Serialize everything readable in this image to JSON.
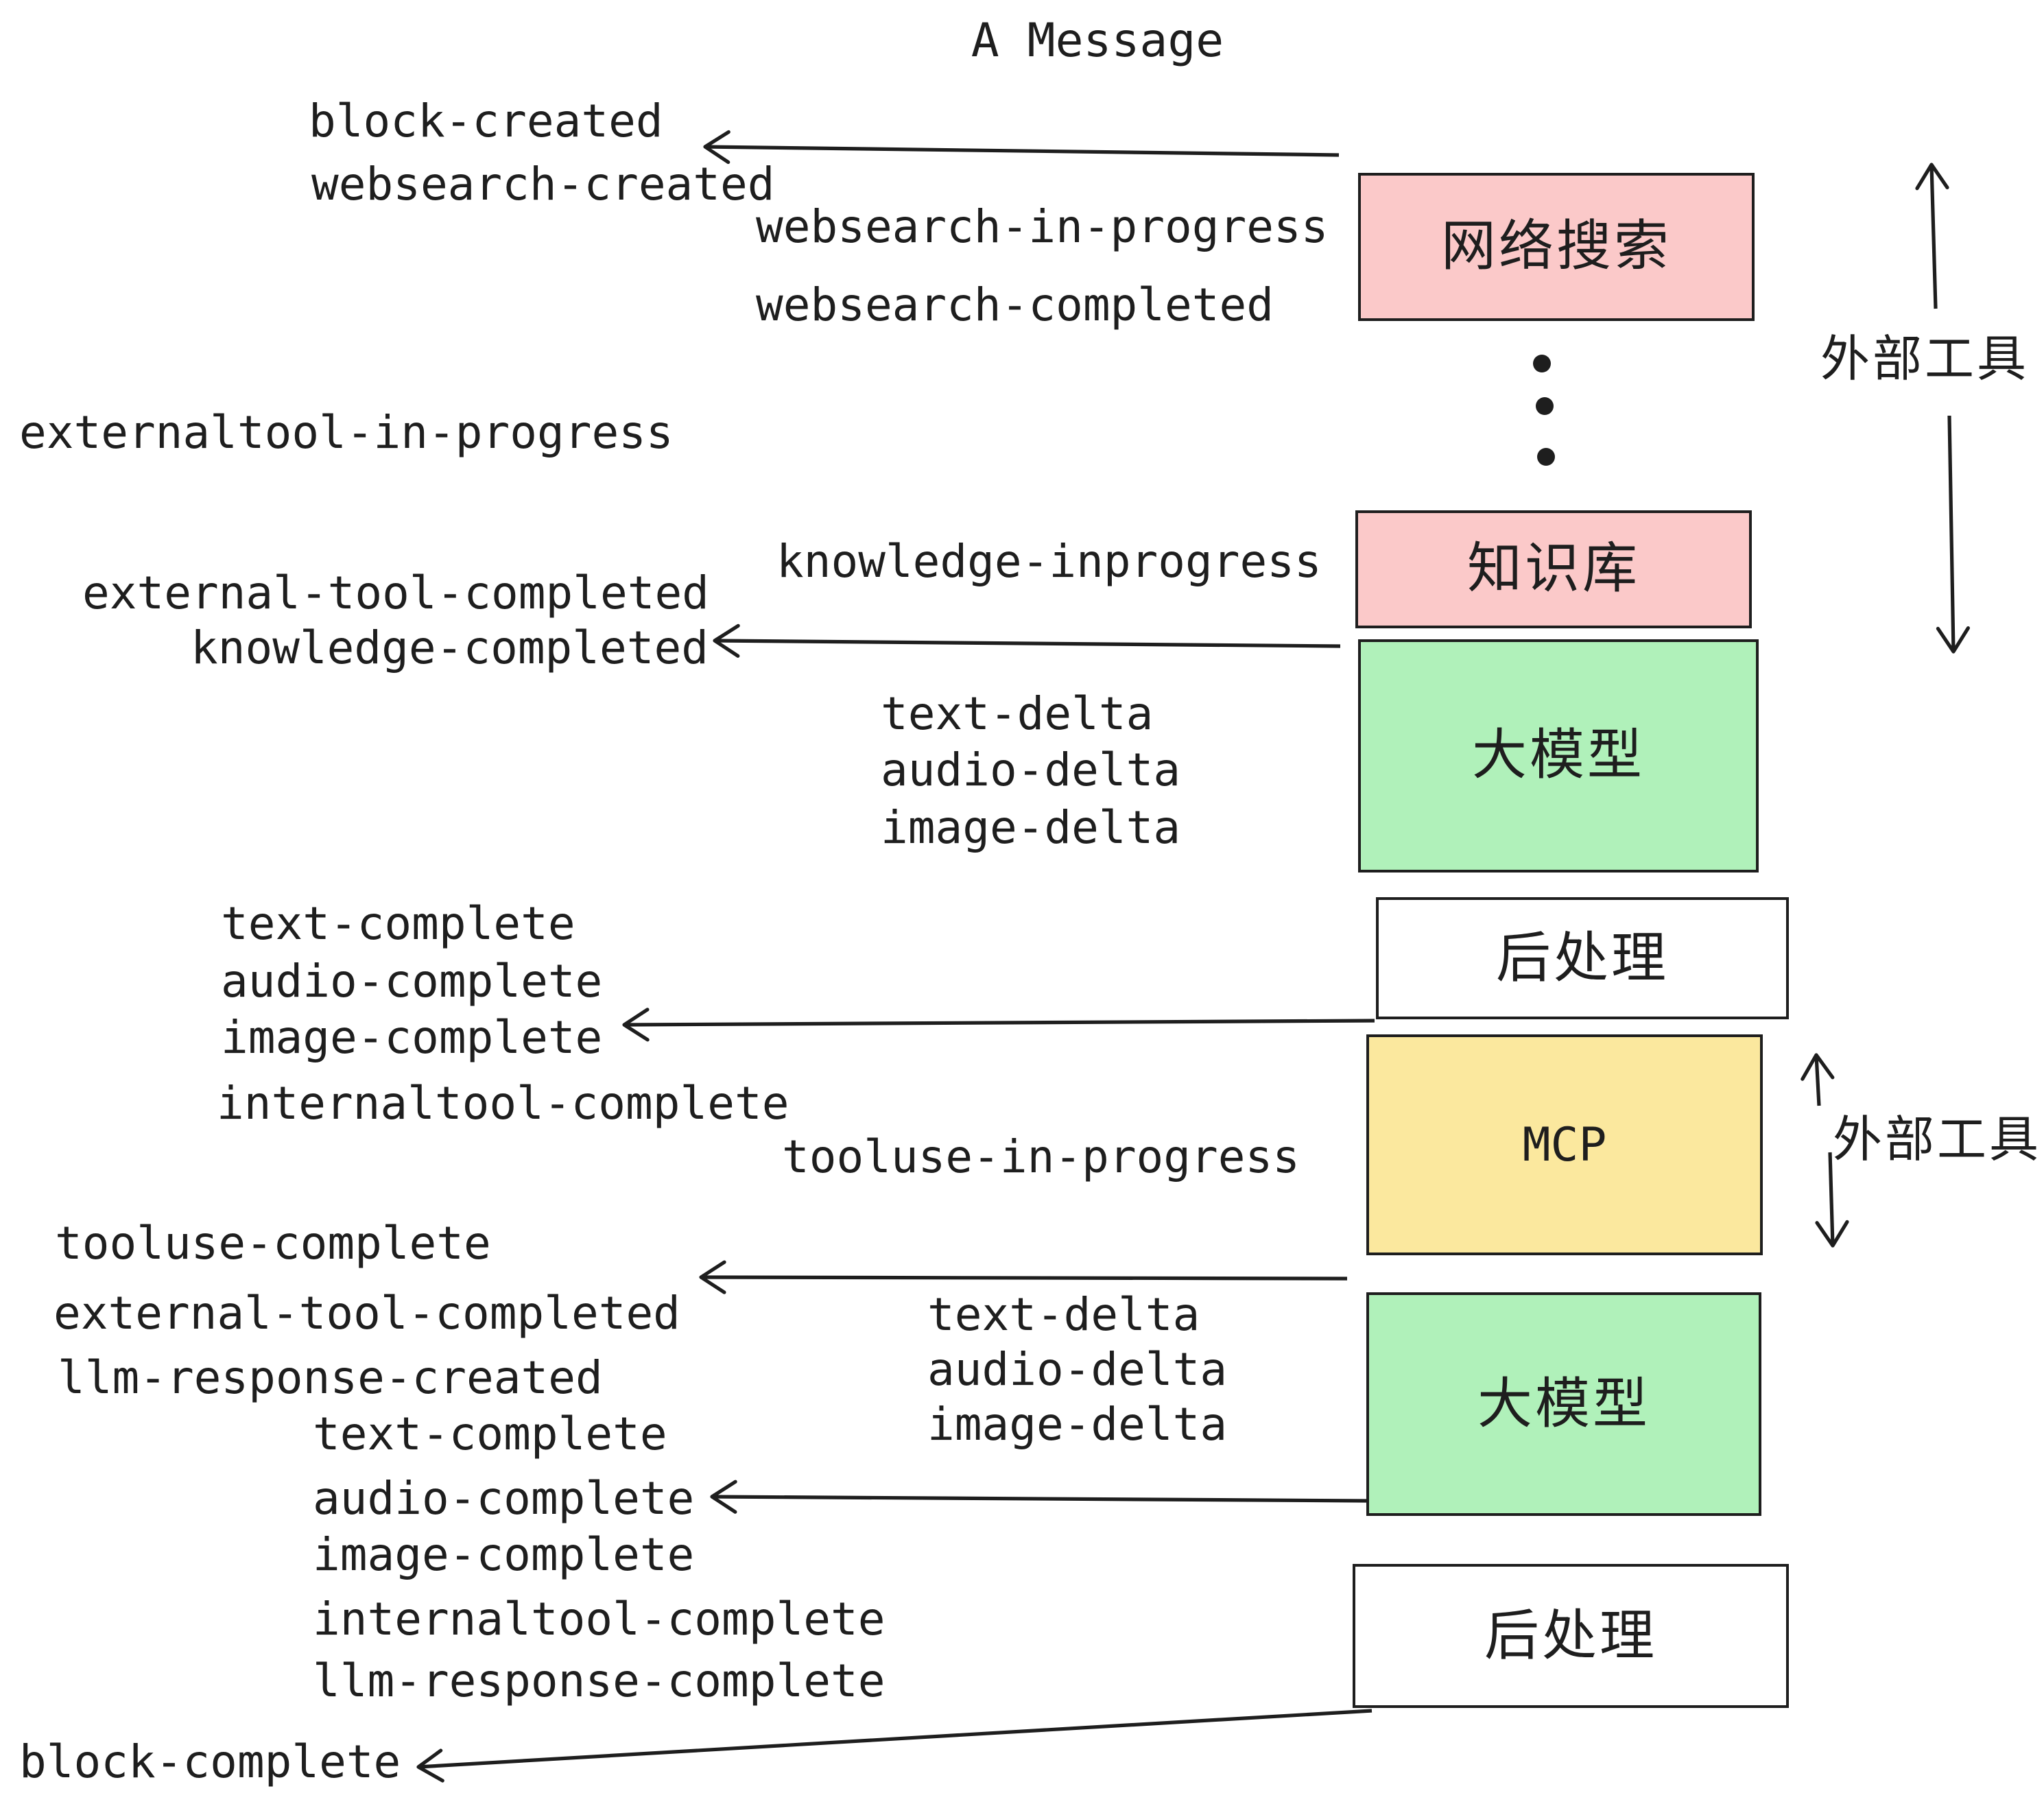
{
  "title": "A Message",
  "colors": {
    "pink": "#fbc9c9",
    "green": "#b0f1ba",
    "yellow": "#fbe89e",
    "white": "#ffffff",
    "stroke": "#1e1e1e"
  },
  "boxes": {
    "websearch": {
      "label": "网络搜索"
    },
    "knowledge": {
      "label": "知识库"
    },
    "llm1": {
      "label": "大模型"
    },
    "post1": {
      "label": "后处理"
    },
    "mcp": {
      "label": "MCP"
    },
    "llm2": {
      "label": "大模型"
    },
    "post2": {
      "label": "后处理"
    }
  },
  "events": {
    "block_created": "block-created",
    "websearch_created": "websearch-created",
    "websearch_in_progress": "websearch-in-progress",
    "websearch_completed": "websearch-completed",
    "externaltool_in_progress": "externaltool-in-progress",
    "knowledge_inprogress": "knowledge-inprogress",
    "external_tool_completed": "external-tool-completed",
    "knowledge_completed": "knowledge-completed",
    "text_delta": "text-delta",
    "audio_delta": "audio-delta",
    "image_delta": "image-delta",
    "text_complete": "text-complete",
    "audio_complete": "audio-complete",
    "image_complete": "image-complete",
    "internaltool_complete": "internaltool-complete",
    "tooluse_in_progress": "tooluse-in-progress",
    "tooluse_complete": "tooluse-complete",
    "llm_response_created": "llm-response-created",
    "llm_response_complete": "llm-response-complete",
    "block_complete": "block-complete"
  },
  "side_labels": {
    "external_tools": "外部工具"
  }
}
